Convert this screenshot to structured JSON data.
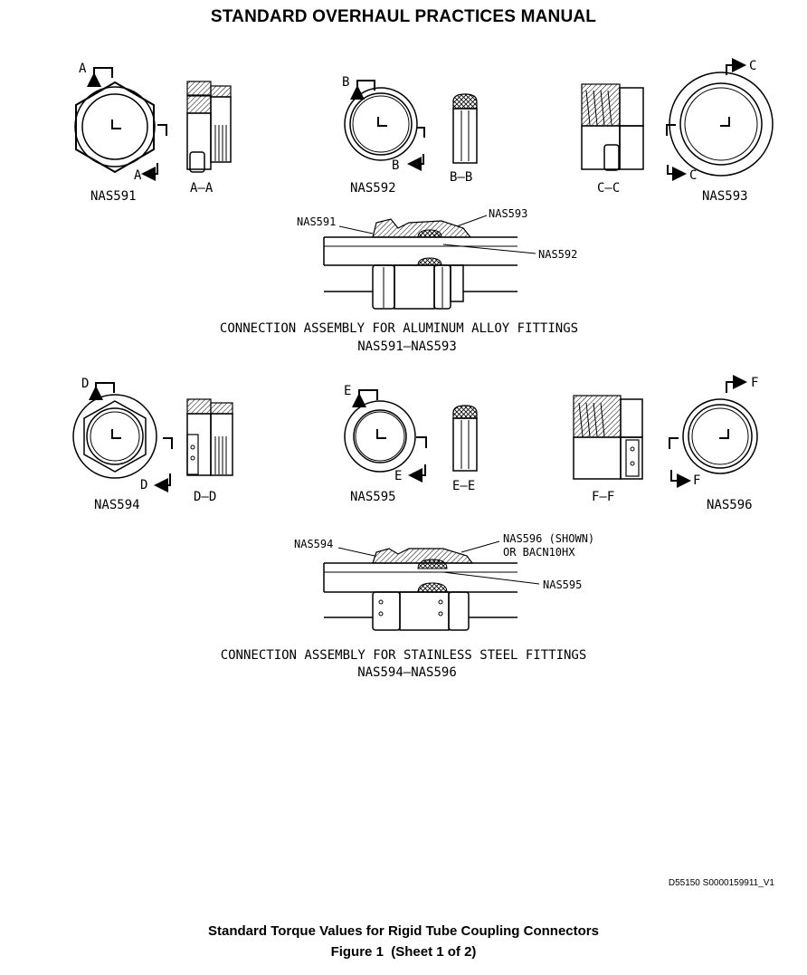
{
  "header": {
    "title": "STANDARD OVERHAUL PRACTICES MANUAL"
  },
  "group1": {
    "arrows": [
      "A",
      "A",
      "B",
      "B",
      "C",
      "C"
    ],
    "part_labels": [
      "NAS591",
      "NAS592",
      "NAS593"
    ],
    "section_labels": [
      "A–A",
      "B–B",
      "C–C"
    ],
    "callouts": [
      "NAS591",
      "NAS593",
      "NAS592"
    ],
    "caption_line1": "CONNECTION ASSEMBLY FOR ALUMINUM ALLOY FITTINGS",
    "caption_line2": "NAS591–NAS593"
  },
  "group2": {
    "arrows": [
      "D",
      "D",
      "E",
      "E",
      "F",
      "F"
    ],
    "part_labels": [
      "NAS594",
      "NAS595",
      "NAS596"
    ],
    "section_labels": [
      "D–D",
      "E–E",
      "F–F"
    ],
    "callouts": [
      "NAS594",
      "NAS596 (SHOWN)",
      "OR BACN10HX",
      "NAS595"
    ],
    "caption_line1": "CONNECTION ASSEMBLY FOR STAINLESS STEEL FITTINGS",
    "caption_line2": "NAS594–NAS596"
  },
  "identifier": "D55150 S0000159911_V1",
  "figure": {
    "caption_line1": "Standard Torque Values for Rigid Tube Coupling Connectors",
    "caption_line2": "Figure 1  (Sheet 1 of 2)"
  }
}
